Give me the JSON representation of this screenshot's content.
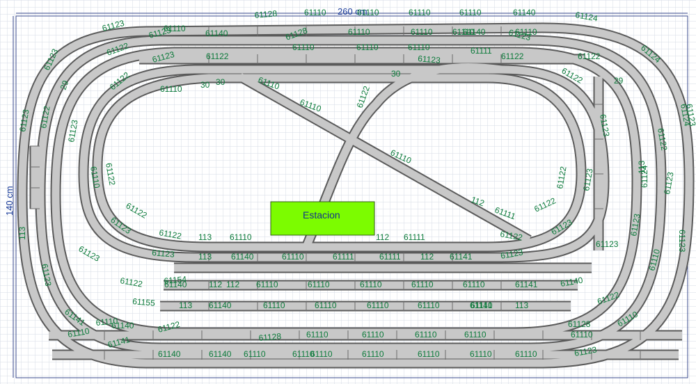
{
  "plan": {
    "width_label": "260 cm",
    "height_label": "140 cm",
    "station_label": "Estacion",
    "colors": {
      "grid": "#d6dbe6",
      "border": "#3a4a8c",
      "track_fill": "#c8c8c8",
      "track_edge": "#5a5a5a",
      "label": "#0b7a3a",
      "station_fill": "#7cfc00",
      "station_edge": "#2f5a1a"
    }
  },
  "track_labels": [
    "61110",
    "61110",
    "61110",
    "61110",
    "61140",
    "61124",
    "61123",
    "61123",
    "61128",
    "61110",
    "61140",
    "61110",
    "61128",
    "61110",
    "61110",
    "61110",
    "61123",
    "61124",
    "61122",
    "61123",
    "61122",
    "61123",
    "61122",
    "61122",
    "61140",
    "61110",
    "61110",
    "61110",
    "61111",
    "61122",
    "61123",
    "61122",
    "30",
    "61110",
    "30",
    "30",
    "29",
    "29",
    "61110",
    "61110",
    "61122",
    "61123",
    "61122",
    "61123",
    "61122",
    "61124",
    "61122",
    "61123",
    "61122",
    "61123",
    "61122",
    "61123",
    "113",
    "61122",
    "61110",
    "113",
    "112",
    "61110",
    "61111",
    "61122",
    "61122",
    "61123",
    "112",
    "61111",
    "61123",
    "113",
    "61140",
    "61110",
    "61111",
    "61111",
    "112",
    "61141",
    "61123",
    "61140",
    "112",
    "112",
    "61110",
    "61110",
    "61110",
    "61110",
    "61110",
    "61141",
    "61155",
    "113",
    "61140",
    "61110",
    "61110",
    "61110",
    "61110",
    "61141",
    "113",
    "61122",
    "61140",
    "61110",
    "61110",
    "61110",
    "61128",
    "61110",
    "61122",
    "61141",
    "61128",
    "61110",
    "61110",
    "61110",
    "61110",
    "61123",
    "61140",
    "61140",
    "61110",
    "61110",
    "61110",
    "61110",
    "61110",
    "61123",
    "61141",
    "61123",
    "61110",
    "61123",
    "61123",
    "61123",
    "61124",
    "113",
    "61110",
    "61123",
    "61154",
    "61140",
    "61123",
    "61122",
    "61110",
    "61110",
    "61110",
    "61141"
  ]
}
